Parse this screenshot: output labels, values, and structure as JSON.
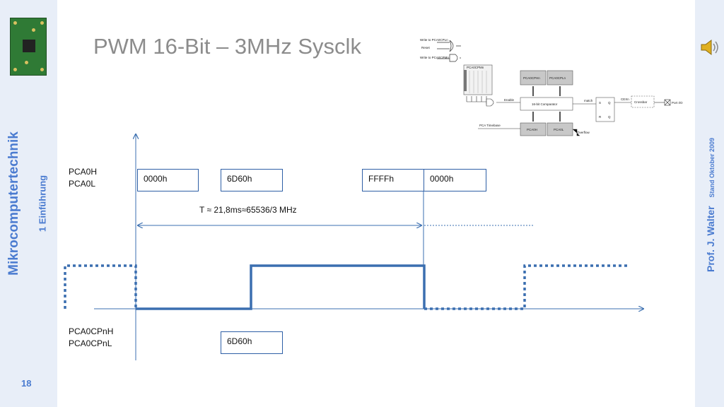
{
  "slide": {
    "title": "PWM 16-Bit – 3MHz Sysclk",
    "page_number": "18",
    "side_title": "Mikrocomputertechnik",
    "side_subtitle": "1 Einführung",
    "author": "Prof. J. Walter",
    "date": "Stand Oktober 2009"
  },
  "diagram": {
    "write_pca0cplx": "Write to PCA0CPLn",
    "reset": "Reset",
    "write_pca0cpmn": "Write to PCA0CPMn",
    "pca0cpmn": "PCA0CPMn",
    "pca0cphn": "PCA0CPHn",
    "pca0cpln": "PCA0CPLn",
    "enable": "Enable",
    "comparator": "16-bit Comparator",
    "match": "match",
    "cex": "CEXn",
    "crossbar": "Crossbar",
    "port_io": "Port I/O",
    "timebase": "PCA Timebase",
    "pca0h": "PCA0H",
    "pca0l": "PCA0L",
    "overflow": "Overflow"
  },
  "timing": {
    "counter_label": "PCA0H\nPCA0L",
    "compare_label": "PCA0CPnH\nPCA0CPnL",
    "counter_values": [
      "0000h",
      "6D60h",
      "FFFFh",
      "0000h"
    ],
    "compare_value": "6D60h",
    "period_text": "T ≈ 21,8ms≈65536/3 MHz"
  },
  "colors": {
    "accent": "#4a7bd0",
    "signal": "#3b6fb0",
    "band": "#e8eef8",
    "title": "#8c8c8c"
  },
  "icons": [
    "speaker-icon",
    "circuit-board-image"
  ]
}
